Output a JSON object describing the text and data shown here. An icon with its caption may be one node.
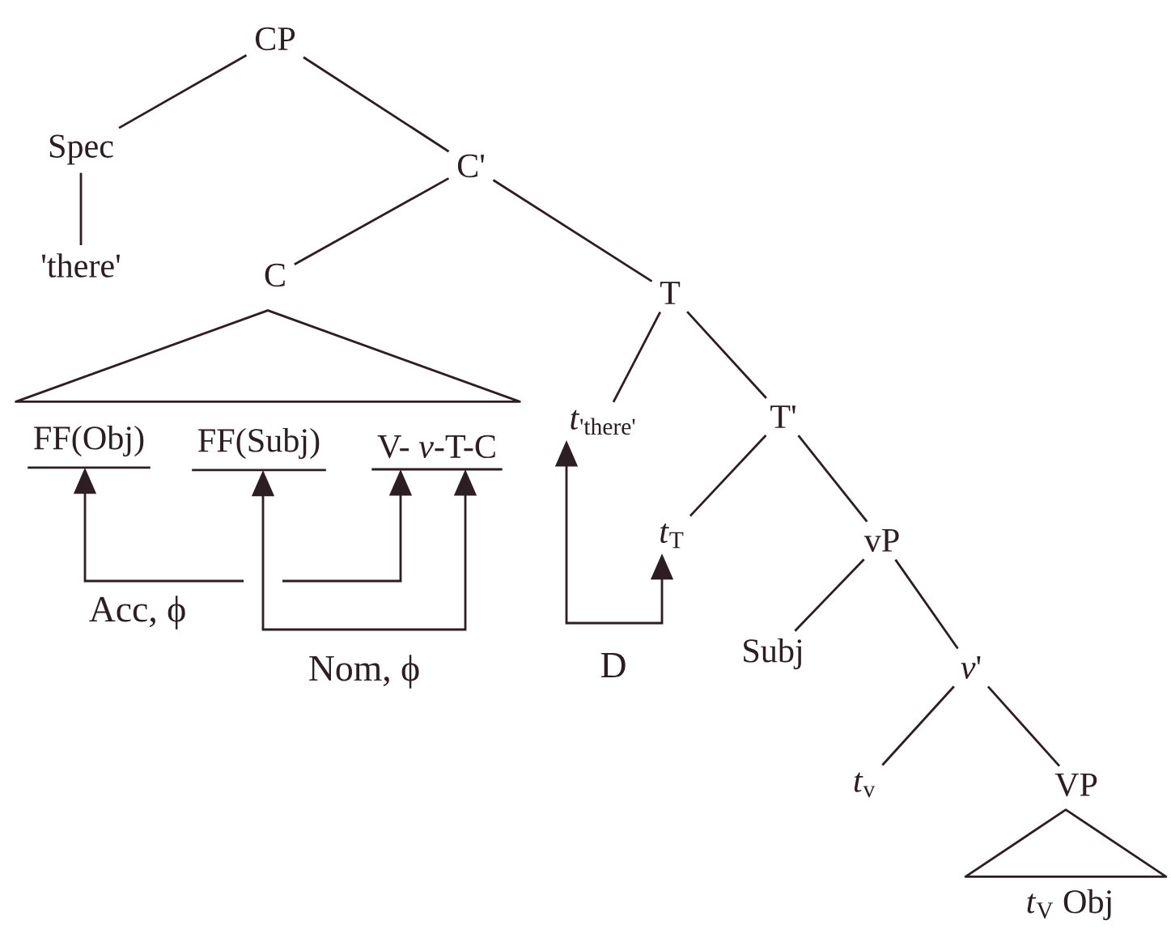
{
  "diagram": {
    "nodes": [
      {
        "text": [
          "CP"
        ]
      },
      {
        "text": [
          "Spec"
        ]
      },
      {
        "text": [
          "'there'"
        ]
      },
      {
        "text": [
          "C'"
        ]
      },
      {
        "text": [
          "C"
        ]
      },
      {
        "text": [
          "T"
        ]
      },
      {
        "text": [
          "FF(Obj)"
        ]
      },
      {
        "text": [
          "FF(Subj)"
        ]
      },
      {
        "text": [
          "V- *v*-T-C"
        ]
      },
      {
        "text": [
          "*t*$_{'there'}$"
        ]
      },
      {
        "text": [
          "T'"
        ]
      },
      {
        "text": [
          "*t*$_{T}$"
        ]
      },
      {
        "text": [
          "vP"
        ]
      },
      {
        "text": [
          "Subj"
        ]
      },
      {
        "text": [
          "*v*'"
        ]
      },
      {
        "text": [
          "*t*$_{v}$"
        ]
      },
      {
        "text": [
          "VP"
        ]
      },
      {
        "text": [
          "*t*$_{V}$ Obj"
        ]
      },
      {
        "text": [],
        "shape": "triangle"
      },
      {
        "text": [],
        "shape": "triangle"
      }
    ],
    "edges": [
      {
        "from": 0,
        "to": 1,
        "arrow": "none"
      },
      {
        "from": 0,
        "to": 3,
        "arrow": "none"
      },
      {
        "from": 1,
        "to": 2,
        "arrow": "none"
      },
      {
        "from": 3,
        "to": 4,
        "arrow": "none"
      },
      {
        "from": 3,
        "to": 5,
        "arrow": "none"
      },
      {
        "from": 5,
        "to": 9,
        "arrow": "none"
      },
      {
        "from": 5,
        "to": 10,
        "arrow": "none"
      },
      {
        "from": 10,
        "to": 11,
        "arrow": "none"
      },
      {
        "from": 10,
        "to": 12,
        "arrow": "none"
      },
      {
        "from": 12,
        "to": 13,
        "arrow": "none"
      },
      {
        "from": 12,
        "to": 14,
        "arrow": "none"
      },
      {
        "from": 14,
        "to": 15,
        "arrow": "none"
      },
      {
        "from": 14,
        "to": 16,
        "arrow": "none"
      },
      {
        "from": 6,
        "to": 8,
        "arrow": "both",
        "label": "Acc, ϕ"
      },
      {
        "from": 7,
        "to": 8,
        "arrow": "both",
        "label": "Nom, ϕ"
      },
      {
        "from": 9,
        "to": 11,
        "arrow": "both",
        "label": "D"
      }
    ]
  }
}
